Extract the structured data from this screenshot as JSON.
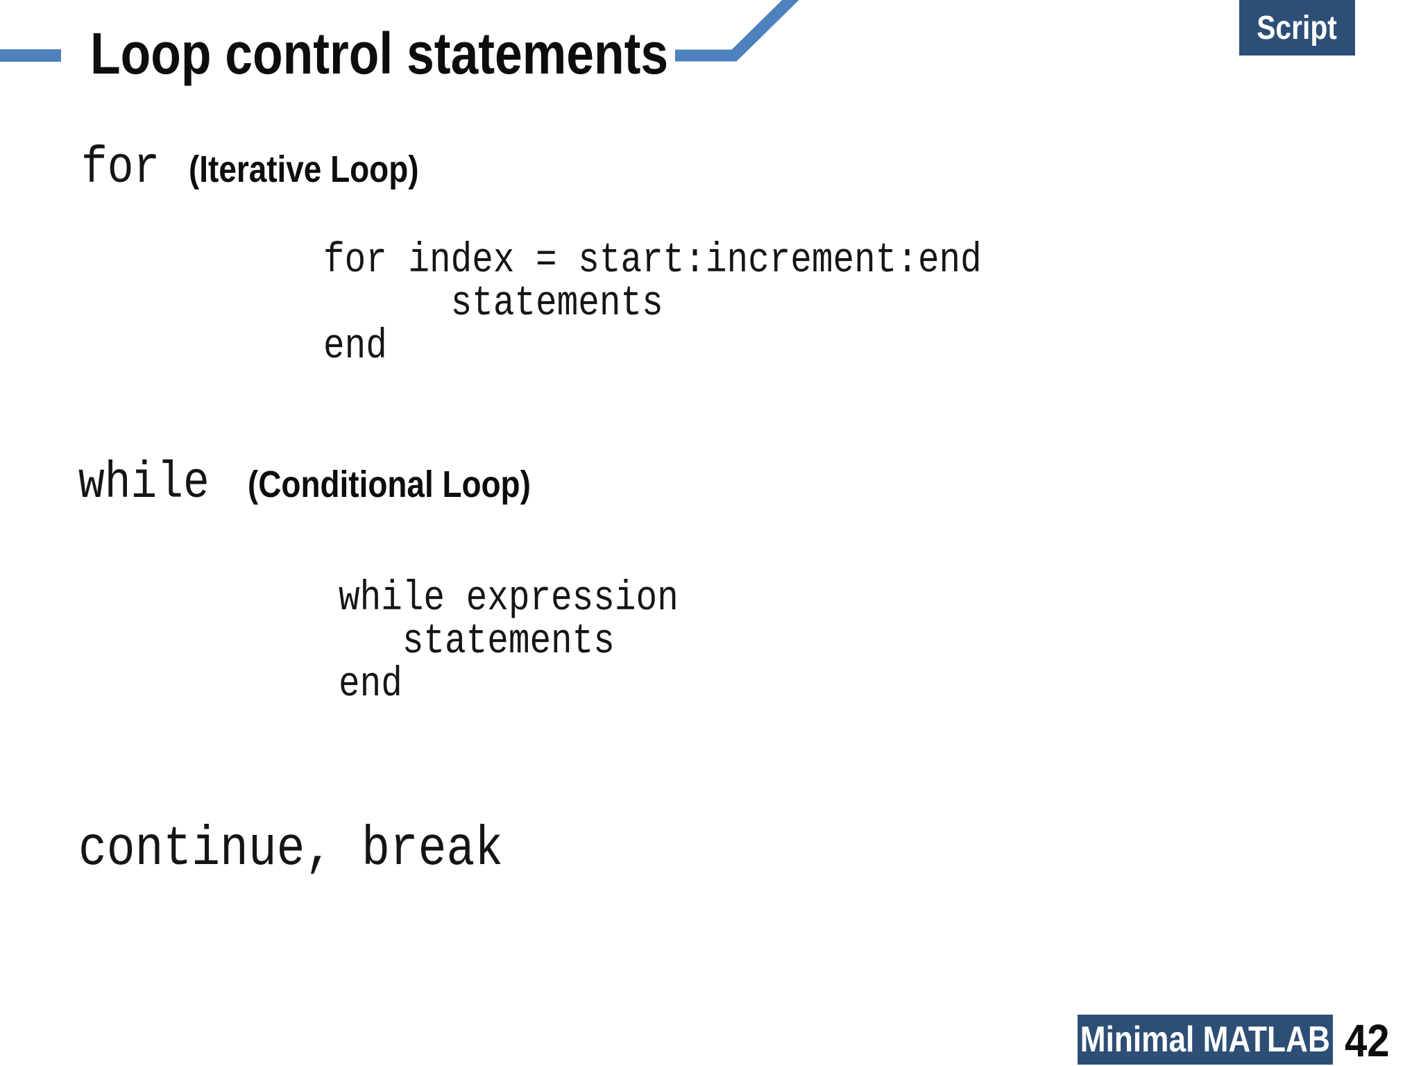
{
  "header": {
    "title": "Loop control statements",
    "script_badge": "Script"
  },
  "sections": {
    "for": {
      "keyword": "for",
      "label": "(Iterative Loop)",
      "code": "for index = start:increment:end\n      statements\nend"
    },
    "while": {
      "keyword": "while",
      "label": "(Conditional Loop)",
      "code": "while expression\n   statements\nend"
    },
    "other": {
      "keywords": "continue, break"
    }
  },
  "footer": {
    "series_badge": "Minimal MATLAB",
    "page_number": "42"
  },
  "colors": {
    "accent_blue": "#4E81BD",
    "badge_navy": "#2D4F76",
    "text_black": "#151515"
  }
}
